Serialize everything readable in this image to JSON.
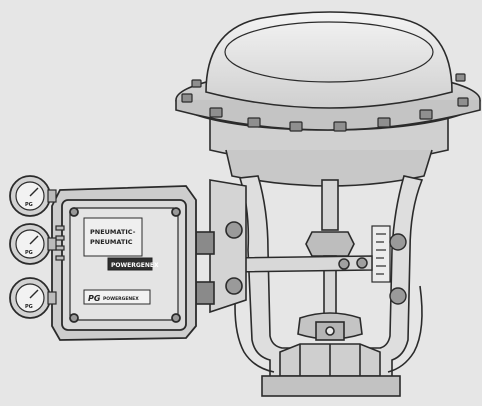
{
  "illustration": {
    "positioner_label_line1": "PNEUMATIC-",
    "positioner_label_line2": "PNEUMATIC",
    "positioner_brand_badge": "POWERGENEX",
    "nameplate_logo": "PG",
    "nameplate_text": "POWERGENEX",
    "gauge_labels": [
      "PG",
      "PG",
      "PG"
    ]
  }
}
